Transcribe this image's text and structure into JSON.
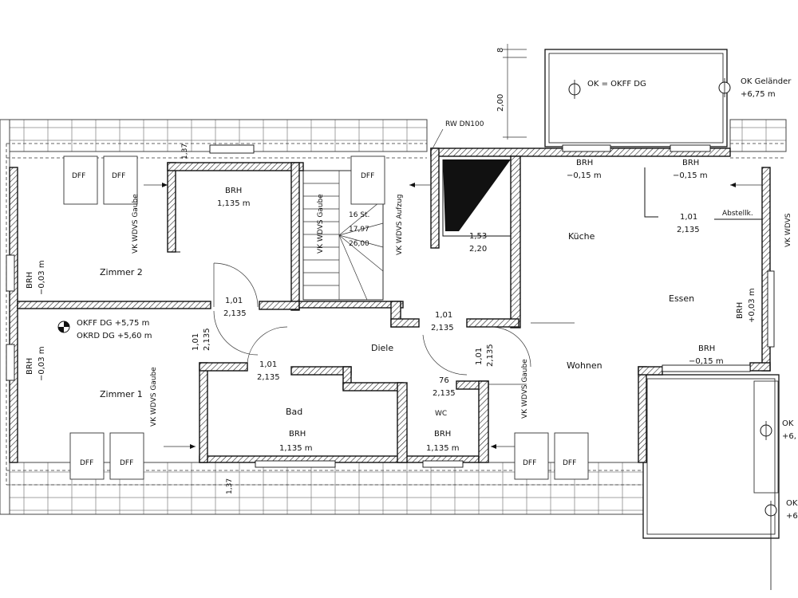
{
  "rooms": {
    "zimmer2": "Zimmer 2",
    "zimmer1": "Zimmer 1",
    "diele": "Diele",
    "bad": "Bad",
    "wc": "WC",
    "kueche": "Küche",
    "essen": "Essen",
    "wohnen": "Wohnen",
    "abstellk": "Abstellk."
  },
  "labels": {
    "dff": "DFF",
    "brh": "BRH",
    "brh_1135": "1,135 m",
    "brh_minus003": "−0,03 m",
    "brh_minus015": "−0,15 m",
    "brh_plus003": "+0,03 m",
    "okff_dg": "OKFF DG +5,75 m",
    "okrd_dg": "OKRD DG +5,60 m",
    "ok_okff": "OK = OKFF DG",
    "ok_gelaender": "OK Geländer",
    "ok_gelaender_val": "+6,75 m",
    "ok_right": "OK",
    "ok_right_val": "+6,",
    "ok_right2": "OK",
    "ok_right2_val": "+6",
    "rw": "RW DN100",
    "stairs_1": "16 St.",
    "stairs_2": "17,97",
    "stairs_3": "26,00",
    "vk_gaube": "VK WDVS Gaube",
    "vk_aufzug": "VK WDVS Aufzug",
    "vk_wdvs": "VK WDVS"
  },
  "dims": {
    "d101": "1,01",
    "d2135": "2,135",
    "d153": "1,53",
    "d220": "2,20",
    "d76": "76",
    "d200": "2,00",
    "d8": "8",
    "d137": "1,37"
  }
}
